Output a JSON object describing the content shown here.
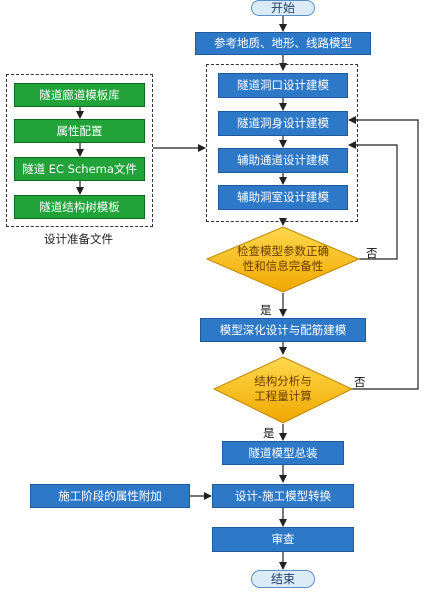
{
  "start": "开始",
  "reference_model": "参考地质、地形、线路模型",
  "tunnel_modeling": [
    "隧道洞口设计建模",
    "隧道洞身设计建模",
    "辅助通道设计建模",
    "辅助洞室设计建模"
  ],
  "prep_files": {
    "items": [
      "隧道廊道模板库",
      "属性配置",
      "隧道 EC Schema文件",
      "隧道结构树模板"
    ],
    "caption": "设计准备文件"
  },
  "check": {
    "line1": "检查模型参数正确",
    "line2": "性和信息完备性",
    "no": "否",
    "yes": "是"
  },
  "deepen": "模型深化设计与配筋建模",
  "analysis": {
    "line1": "结构分析与",
    "line2": "工程量计算",
    "no": "否",
    "yes": "是"
  },
  "assembly": "隧道模型总装",
  "construction_attr": "施工阶段的属性附加",
  "transform": "设计-施工模型转换",
  "review": "审查",
  "end": "结束",
  "colors": {
    "blue": "#2e78c8",
    "green": "#21a33a",
    "diamond": "#f5b800",
    "terminal": "#dcebf8"
  }
}
